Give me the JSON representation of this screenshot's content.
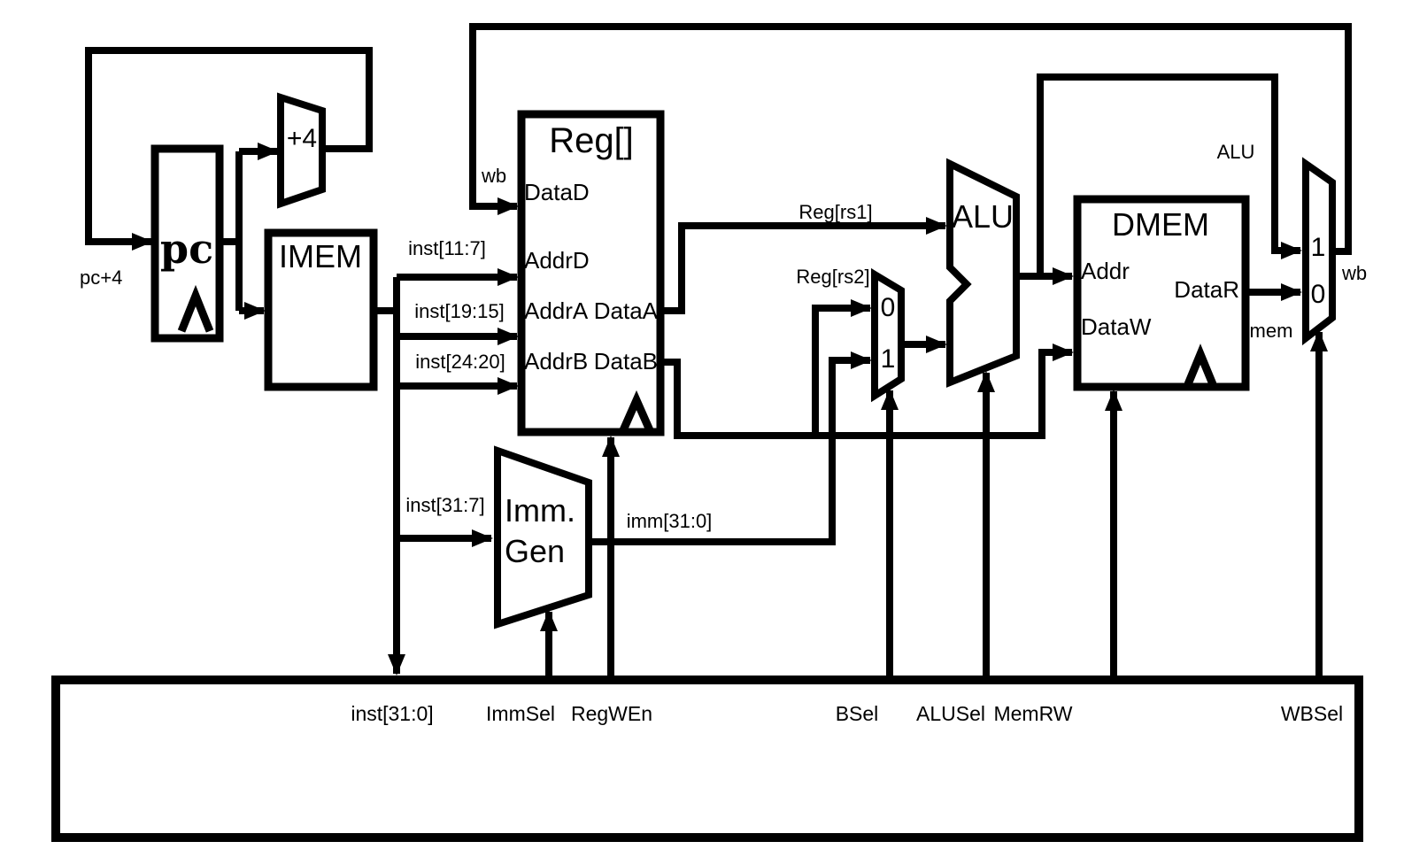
{
  "colors": {
    "ink": "#000000",
    "paper": "#ffffff"
  },
  "blocks": {
    "pc": {
      "label": "pc"
    },
    "adder4": {
      "label": "+4"
    },
    "imem": {
      "label": "IMEM"
    },
    "regfile": {
      "label": "Reg[]",
      "ports": {
        "dataD": "DataD",
        "addrD": "AddrD",
        "addrA": "AddrA",
        "dataA": "DataA",
        "addrB": "AddrB",
        "dataB": "DataB"
      }
    },
    "immgen": {
      "label_line1": "Imm.",
      "label_line2": "Gen"
    },
    "alu": {
      "label": "ALU"
    },
    "dmem": {
      "label": "DMEM",
      "ports": {
        "addr": "Addr",
        "dataW": "DataW",
        "dataR": "DataR"
      }
    },
    "bsel_mux": {
      "input0": "0",
      "input1": "1"
    },
    "wb_mux": {
      "input1": "1",
      "input0": "0"
    }
  },
  "wire_labels": {
    "pc_plus_4": "pc+4",
    "wb_into_reg": "wb",
    "inst_11_7": "inst[11:7]",
    "inst_19_15": "inst[19:15]",
    "inst_24_20": "inst[24:20]",
    "inst_31_7": "inst[31:7]",
    "imm_31_0": "imm[31:0]",
    "reg_rs1": "Reg[rs1]",
    "reg_rs2": "Reg[rs2]",
    "alu_bypass": "ALU",
    "wb_out": "wb",
    "mem": "mem"
  },
  "control": {
    "inst_31_0": "inst[31:0]",
    "imm_sel": "ImmSel",
    "reg_wen": "RegWEn",
    "b_sel": "BSel",
    "alu_sel": "ALUSel",
    "mem_rw": "MemRW",
    "wb_sel": "WBSel"
  }
}
